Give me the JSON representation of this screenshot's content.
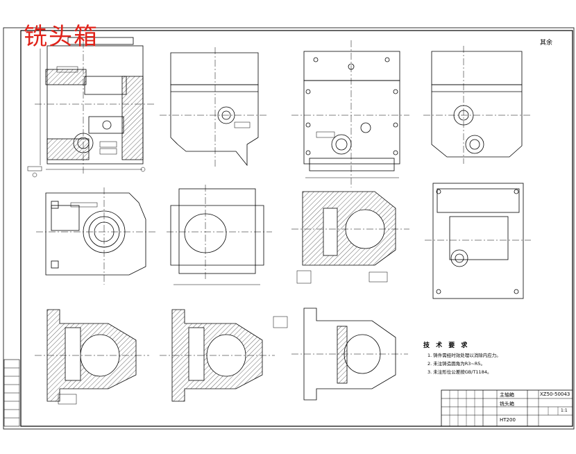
{
  "drawing": {
    "title": "铣头箱",
    "corner_note": "其余",
    "tech_requirements": {
      "title": "技 术 要 求",
      "lines": [
        "1. 铸件需经时效处理以消除内应力。",
        "2. 未注铸造圆角为R3~R5。",
        "3. 未注形位公差按GB/T1184。"
      ]
    },
    "title_block": {
      "material": "HT200",
      "company": "主轴箱",
      "part_name": "铣头箱",
      "drawing_no": "XZ50-50043",
      "scale": "1:1"
    }
  },
  "colors": {
    "line": "#000000",
    "title": "#e0231a",
    "paper": "#ffffff"
  }
}
